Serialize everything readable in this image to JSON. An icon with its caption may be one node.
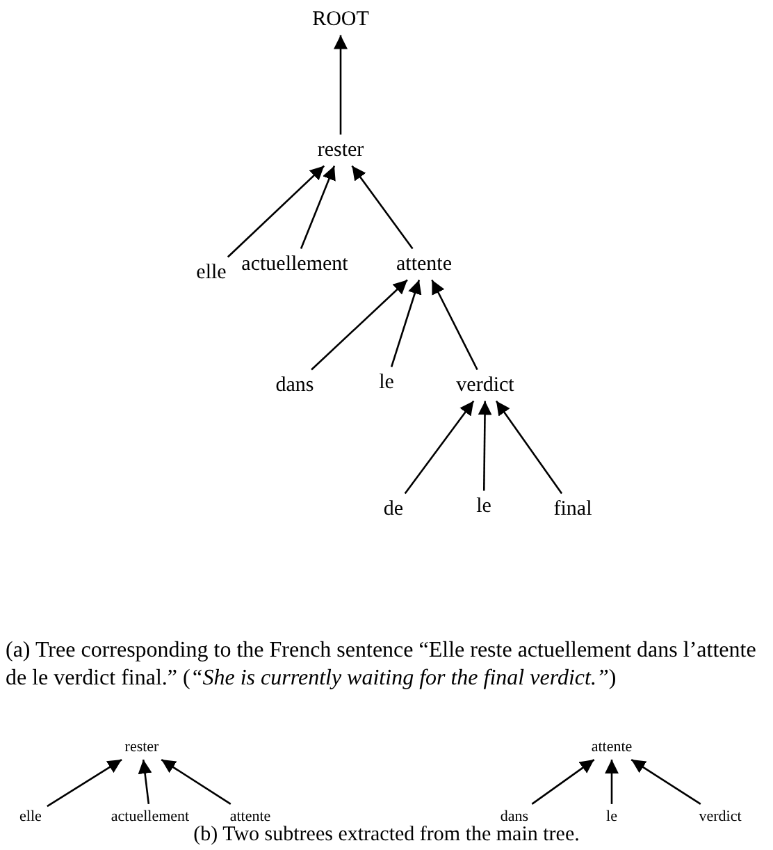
{
  "diagram": {
    "nodes": [
      {
        "text": [
          "ROOT"
        ]
      },
      {
        "text": [
          "rester"
        ]
      },
      {
        "text": [
          "elle"
        ]
      },
      {
        "text": [
          "actuellement"
        ]
      },
      {
        "text": [
          "attente"
        ]
      },
      {
        "text": [
          "dans"
        ]
      },
      {
        "text": [
          "le"
        ]
      },
      {
        "text": [
          "verdict"
        ]
      },
      {
        "text": [
          "de"
        ]
      },
      {
        "text": [
          "le"
        ]
      },
      {
        "text": [
          "final"
        ]
      },
      {
        "text": [
          "rester"
        ]
      },
      {
        "text": [
          "elle"
        ]
      },
      {
        "text": [
          "actuellement"
        ]
      },
      {
        "text": [
          "attente"
        ]
      },
      {
        "text": [
          "attente"
        ]
      },
      {
        "text": [
          "dans"
        ]
      },
      {
        "text": [
          "le"
        ]
      },
      {
        "text": [
          "verdict"
        ]
      }
    ],
    "edges": [
      {
        "from": 1,
        "to": 0,
        "arrow": "to"
      },
      {
        "from": 2,
        "to": 1,
        "arrow": "to"
      },
      {
        "from": 3,
        "to": 1,
        "arrow": "to"
      },
      {
        "from": 4,
        "to": 1,
        "arrow": "to"
      },
      {
        "from": 5,
        "to": 4,
        "arrow": "to"
      },
      {
        "from": 6,
        "to": 4,
        "arrow": "to"
      },
      {
        "from": 7,
        "to": 4,
        "arrow": "to"
      },
      {
        "from": 8,
        "to": 7,
        "arrow": "to"
      },
      {
        "from": 9,
        "to": 7,
        "arrow": "to"
      },
      {
        "from": 10,
        "to": 7,
        "arrow": "to"
      },
      {
        "from": 12,
        "to": 11,
        "arrow": "to"
      },
      {
        "from": 13,
        "to": 11,
        "arrow": "to"
      },
      {
        "from": 14,
        "to": 11,
        "arrow": "to"
      },
      {
        "from": 16,
        "to": 15,
        "arrow": "to"
      },
      {
        "from": 17,
        "to": 15,
        "arrow": "to"
      },
      {
        "from": 18,
        "to": 15,
        "arrow": "to"
      }
    ],
    "labels": [
      "(a) Tree corresponding to the French sentence “Elle reste actuellement dans l’attente de le verdict final.” (*“She is currently waiting for the final verdict.”*)",
      "(b) Two subtrees extracted from the main tree."
    ]
  }
}
